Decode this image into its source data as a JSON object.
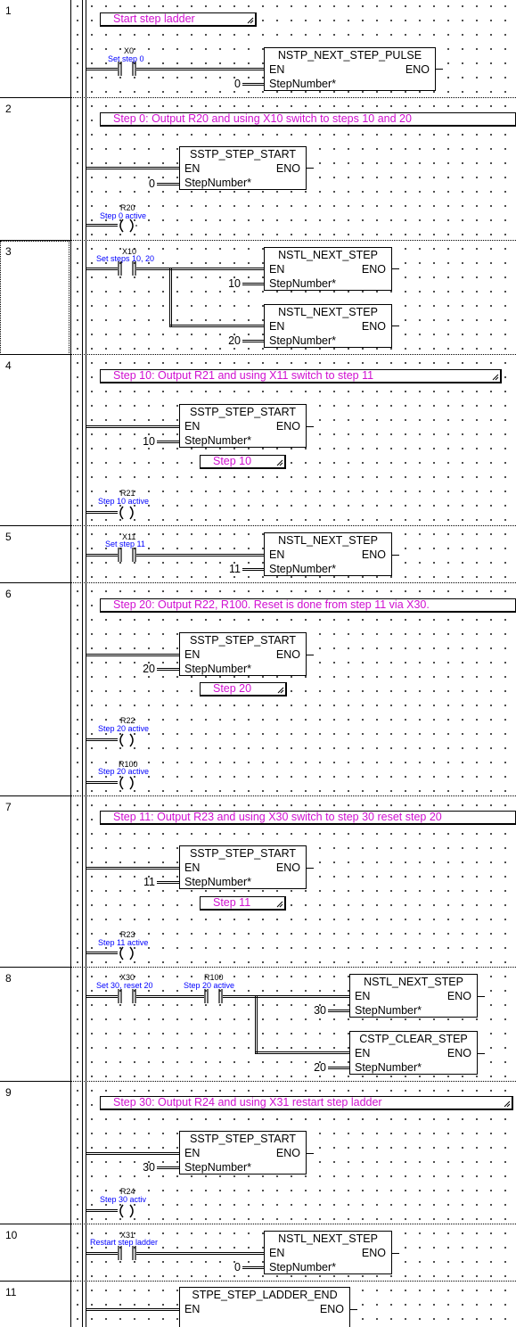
{
  "networks": [
    {
      "number": "1",
      "comment": "Start step ladder",
      "contact": {
        "operand": "X0",
        "comment": "Set step 0"
      },
      "block": {
        "name": "NSTP_NEXT_STEP_PULSE",
        "en": "EN",
        "eno": "ENO",
        "pin": "StepNumber*",
        "value": "0"
      }
    },
    {
      "number": "2",
      "comment": "Step 0: Output R20 and using X10 switch to steps 10 and 20",
      "block": {
        "name": "SSTP_STEP_START",
        "en": "EN",
        "eno": "ENO",
        "pin": "StepNumber*",
        "value": "0"
      },
      "coil": {
        "operand": "R20",
        "comment": "Step 0 active"
      }
    },
    {
      "number": "3",
      "contact": {
        "operand": "X10",
        "comment": "Set steps 10, 20"
      },
      "blocks": [
        {
          "name": "NSTL_NEXT_STEP",
          "en": "EN",
          "eno": "ENO",
          "pin": "StepNumber*",
          "value": "10"
        },
        {
          "name": "NSTL_NEXT_STEP",
          "en": "EN",
          "eno": "ENO",
          "pin": "StepNumber*",
          "value": "20"
        }
      ]
    },
    {
      "number": "4",
      "comment": "Step 10: Output R21 and using X11 switch to step 11",
      "block": {
        "name": "SSTP_STEP_START",
        "en": "EN",
        "eno": "ENO",
        "pin": "StepNumber*",
        "value": "10"
      },
      "label": "Step 10",
      "coil": {
        "operand": "R21",
        "comment": "Step 10 active"
      }
    },
    {
      "number": "5",
      "contact": {
        "operand": "X11",
        "comment": "Set step 11"
      },
      "block": {
        "name": "NSTL_NEXT_STEP",
        "en": "EN",
        "eno": "ENO",
        "pin": "StepNumber*",
        "value": "11"
      }
    },
    {
      "number": "6",
      "comment": "Step 20: Output R22, R100. Reset is done from step 11 via X30.",
      "block": {
        "name": "SSTP_STEP_START",
        "en": "EN",
        "eno": "ENO",
        "pin": "StepNumber*",
        "value": "20"
      },
      "label": "Step 20",
      "coils": [
        {
          "operand": "R22",
          "comment": "Step 20 active"
        },
        {
          "operand": "R100",
          "comment": "Step 20 active"
        }
      ]
    },
    {
      "number": "7",
      "comment": "Step 11: Output R23 and using X30 switch to step 30 reset step 20",
      "block": {
        "name": "SSTP_STEP_START",
        "en": "EN",
        "eno": "ENO",
        "pin": "StepNumber*",
        "value": "11"
      },
      "label": "Step 11",
      "coil": {
        "operand": "R23",
        "comment": "Step 11 active"
      }
    },
    {
      "number": "8",
      "contacts": [
        {
          "operand": "X30",
          "comment": "Set 30, reset 20"
        },
        {
          "operand": "R100",
          "comment": "Step 20 active"
        }
      ],
      "blocks": [
        {
          "name": "NSTL_NEXT_STEP",
          "en": "EN",
          "eno": "ENO",
          "pin": "StepNumber*",
          "value": "30"
        },
        {
          "name": "CSTP_CLEAR_STEP",
          "en": "EN",
          "eno": "ENO",
          "pin": "StepNumber*",
          "value": "20"
        }
      ]
    },
    {
      "number": "9",
      "comment": "Step 30: Output R24 and using X31 restart step ladder",
      "block": {
        "name": "SSTP_STEP_START",
        "en": "EN",
        "eno": "ENO",
        "pin": "StepNumber*",
        "value": "30"
      },
      "coil": {
        "operand": "R24",
        "comment": "Step 30 activ"
      }
    },
    {
      "number": "10",
      "contact": {
        "operand": "X31",
        "comment": "Restart step ladder"
      },
      "block": {
        "name": "NSTL_NEXT_STEP",
        "en": "EN",
        "eno": "ENO",
        "pin": "StepNumber*",
        "value": "0"
      }
    },
    {
      "number": "11",
      "block": {
        "name": "STPE_STEP_LADDER_END",
        "en": "EN",
        "eno": "ENO"
      }
    }
  ],
  "colors": {
    "comment_text": "#d010d0",
    "operand_comment": "#0000ff",
    "line": "#000000",
    "grid_dot": "#3a3a3a"
  }
}
